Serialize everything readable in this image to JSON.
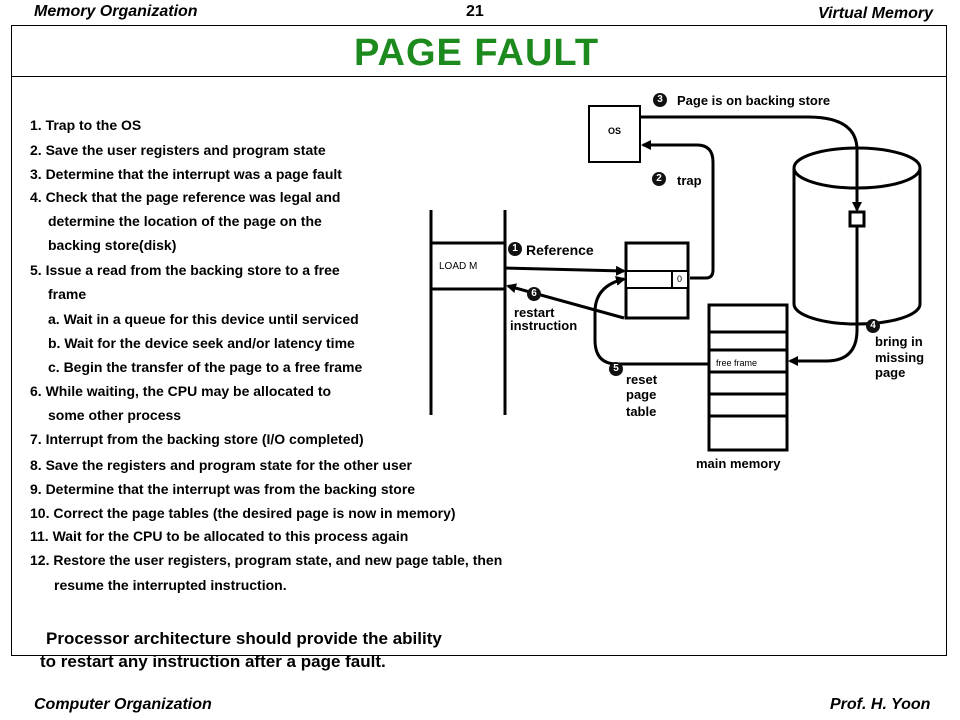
{
  "header": {
    "left": "Memory Organization",
    "page_number": "21",
    "right": "Virtual Memory"
  },
  "title": "PAGE  FAULT",
  "steps": [
    {
      "text": "1. Trap to the OS"
    },
    {
      "text": "2. Save the user registers and program state"
    },
    {
      "text": "3. Determine that the interrupt was a page fault"
    },
    {
      "text": "4. Check that the page reference was legal and"
    },
    {
      "text": "determine the location of the page on the"
    },
    {
      "text": "backing store(disk)"
    },
    {
      "text": "5. Issue a read from the backing store to  a free"
    },
    {
      "text": "frame"
    },
    {
      "text": "a. Wait in a queue for this device until serviced"
    },
    {
      "text": "b. Wait for the device seek and/or latency time"
    },
    {
      "text": "c. Begin the transfer of the page to a free frame"
    },
    {
      "text": "6. While waiting, the CPU may be allocated to"
    },
    {
      "text": "some other process"
    },
    {
      "text": "7. Interrupt from the backing store (I/O completed)"
    },
    {
      "text": "8. Save the registers and program state for the other user"
    },
    {
      "text": "9. Determine that the interrupt was from the backing store"
    },
    {
      "text": "10. Correct the page tables (the desired page is now in memory)"
    },
    {
      "text": "11. Wait for the CPU to be allocated to this process again"
    },
    {
      "text": "12. Restore the user registers, program state, and new page table, then"
    },
    {
      "text": "resume the interrupted instruction."
    }
  ],
  "note": {
    "line1": "Processor architecture should provide the ability",
    "line2": "to restart any instruction after a page fault."
  },
  "diagram": {
    "os_label": "OS",
    "load_label": "LOAD  M",
    "page_table_entry": "0",
    "free_frame_label": "free frame",
    "main_memory_label": "main memory",
    "badges": [
      "1",
      "2",
      "3",
      "4",
      "5",
      "6"
    ],
    "reference_label": "Reference",
    "trap_label": "trap",
    "backing_store_label": "Page is on backing store",
    "bring_in_line1": "bring in",
    "bring_in_line2": "missing",
    "bring_in_line3": "page",
    "reset_line1": "reset",
    "reset_line2": "page",
    "reset_line3": "table",
    "restart_line1": "restart",
    "restart_line2": "instruction"
  },
  "footer": {
    "left": "Computer Organization",
    "right": "Prof.  H. Yoon"
  }
}
